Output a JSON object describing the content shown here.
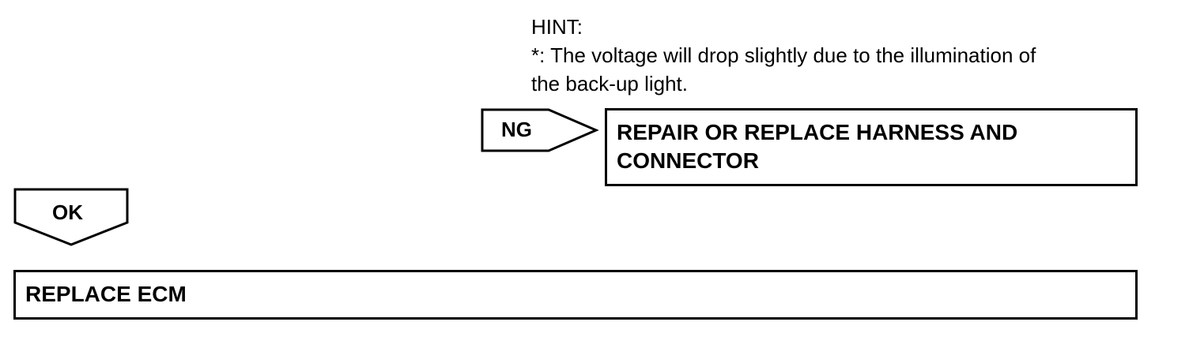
{
  "hint": {
    "heading": "HINT:",
    "line1": "*: The voltage will drop slightly due to the illumination of",
    "line2": "the back-up light."
  },
  "ng_branch": {
    "label": "NG",
    "action_line1": "REPAIR OR REPLACE HARNESS AND",
    "action_line2": "CONNECTOR"
  },
  "ok_branch": {
    "label": "OK",
    "action": "REPLACE ECM"
  }
}
